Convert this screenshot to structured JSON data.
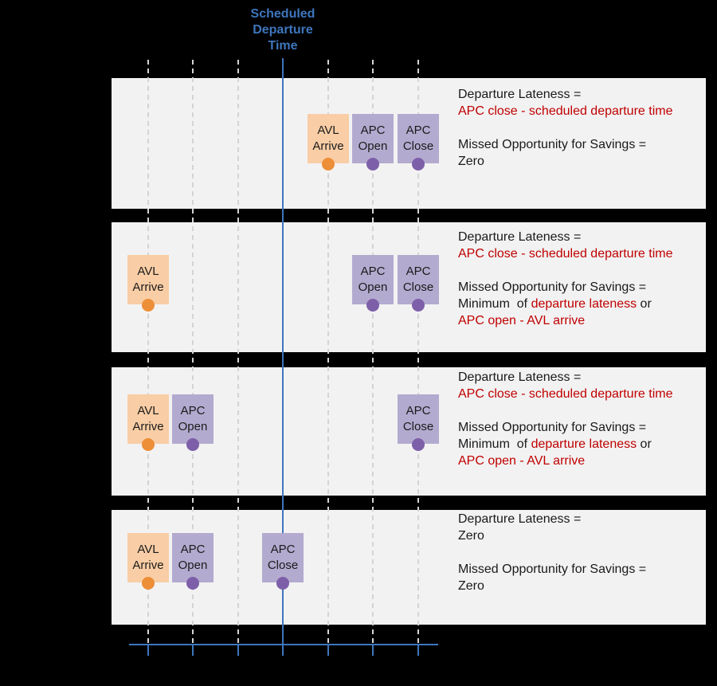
{
  "title": "Scheduled\nDeparture\nTime",
  "palette": {
    "background": "#000000",
    "row_fill": "#F2F2F2",
    "avl_fill": "#F9CDA5",
    "avl_dot": "#ED8E38",
    "apc_fill": "#B3AACF",
    "apc_dot": "#7D5FA9",
    "blue": "#3E76BE",
    "red": "#C00000",
    "text": "#1A1A1A",
    "gridline": "#D4D4D4"
  },
  "scenarios": [
    {
      "name": "scenario-1",
      "events": [
        {
          "id": "avl-arrive",
          "kind": "avl",
          "label": "AVL\nArrive",
          "grid": 4
        },
        {
          "id": "apc-open",
          "kind": "apc",
          "label": "APC\nOpen",
          "grid": 5
        },
        {
          "id": "apc-close",
          "kind": "apc",
          "label": "APC\nClose",
          "grid": 6
        }
      ],
      "annotation": [
        [
          {
            "t": "Departure Lateness ="
          }
        ],
        [
          {
            "t": "APC close - scheduled departure time",
            "red": true
          }
        ],
        [],
        [
          {
            "t": "Missed Opportunity for Savings ="
          }
        ],
        [
          {
            "t": "Zero"
          }
        ]
      ]
    },
    {
      "name": "scenario-2",
      "events": [
        {
          "id": "avl-arrive",
          "kind": "avl",
          "label": "AVL\nArrive",
          "grid": 0
        },
        {
          "id": "apc-open",
          "kind": "apc",
          "label": "APC\nOpen",
          "grid": 5
        },
        {
          "id": "apc-close",
          "kind": "apc",
          "label": "APC\nClose",
          "grid": 6
        }
      ],
      "annotation": [
        [
          {
            "t": "Departure Lateness ="
          }
        ],
        [
          {
            "t": "APC close - scheduled departure time",
            "red": true
          }
        ],
        [],
        [
          {
            "t": "Missed Opportunity for Savings ="
          }
        ],
        [
          {
            "t": "Minimum  of "
          },
          {
            "t": "departure lateness",
            "red": true
          },
          {
            "t": " or"
          }
        ],
        [
          {
            "t": "APC open - AVL arrive",
            "red": true
          }
        ]
      ]
    },
    {
      "name": "scenario-3",
      "events": [
        {
          "id": "avl-arrive",
          "kind": "avl",
          "label": "AVL\nArrive",
          "grid": 0
        },
        {
          "id": "apc-open",
          "kind": "apc",
          "label": "APC\nOpen",
          "grid": 1
        },
        {
          "id": "apc-close",
          "kind": "apc",
          "label": "APC\nClose",
          "grid": 6
        }
      ],
      "annotation": [
        [
          {
            "t": "Departure Lateness ="
          }
        ],
        [
          {
            "t": "APC close - scheduled departure time",
            "red": true
          }
        ],
        [],
        [
          {
            "t": "Missed Opportunity for Savings ="
          }
        ],
        [
          {
            "t": "Minimum  of "
          },
          {
            "t": "departure lateness",
            "red": true
          },
          {
            "t": " or"
          }
        ],
        [
          {
            "t": "APC open - AVL arrive",
            "red": true
          }
        ]
      ]
    },
    {
      "name": "scenario-4",
      "events": [
        {
          "id": "avl-arrive",
          "kind": "avl",
          "label": "AVL\nArrive",
          "grid": 0
        },
        {
          "id": "apc-open",
          "kind": "apc",
          "label": "APC\nOpen",
          "grid": 1
        },
        {
          "id": "apc-close",
          "kind": "apc",
          "label": "APC\nClose",
          "grid": 3
        }
      ],
      "annotation": [
        [
          {
            "t": "Departure Lateness ="
          }
        ],
        [
          {
            "t": "Zero"
          }
        ],
        [],
        [
          {
            "t": "Missed Opportunity for Savings ="
          }
        ],
        [
          {
            "t": "Zero"
          }
        ]
      ]
    }
  ]
}
